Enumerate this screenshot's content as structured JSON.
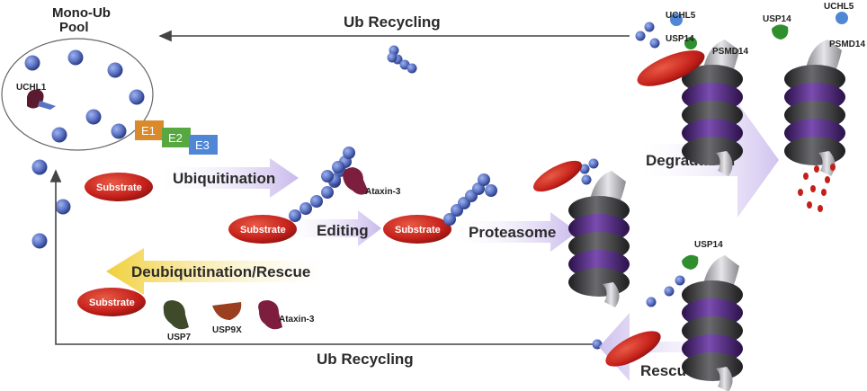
{
  "pool": {
    "title_line1": "Mono-Ub",
    "title_line2": "Pool",
    "enzyme": "UCHL1"
  },
  "ligases": [
    "E1",
    "E2",
    "E3"
  ],
  "substrate_label": "Substrate",
  "processes": {
    "ubiquitination": "Ubiquitination",
    "editing": "Editing",
    "proteasome": "Proteasome",
    "degradation": "Degradation",
    "deubiquitination": "Deubiquitination/Rescue",
    "rescue": "Rescue",
    "recycling_top": "Ub Recycling",
    "recycling_bottom": "Ub Recycling"
  },
  "dubs": {
    "ataxin_editing": "Ataxin-3",
    "usp7": "USP7",
    "usp9x": "USP9X",
    "ataxin_rescue": "Ataxin-3",
    "usp14_rescue": "USP14",
    "uchl5_top": "UCHL5",
    "usp14_top": "USP14",
    "psmd14_top": "PSMD14",
    "uchl5_right": "UCHL5",
    "usp14_right": "USP14",
    "psmd14_right": "PSMD14"
  },
  "colors": {
    "ubiquitin": "#5b73c4",
    "substrate": "#c4201a",
    "proteasome_dark": "#3a3a3c",
    "proteasome_purple": "#4e2a7a",
    "arrow_purple": "#d9cdf0",
    "arrow_yellow": "#f3d84a",
    "e1": "#d98a2b",
    "e2": "#58a842",
    "e3": "#4f86d6"
  }
}
